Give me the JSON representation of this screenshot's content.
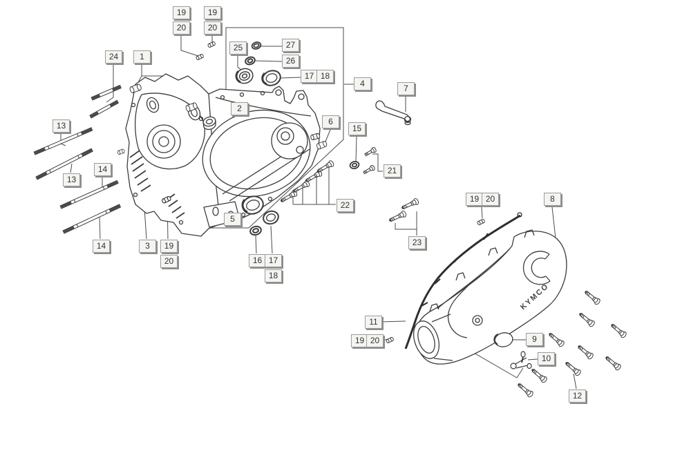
{
  "diagram": {
    "type": "exploded-parts-diagram",
    "subject": "scooter-crankcase-and-transmission-cover",
    "brand_text": "KYMCO",
    "callout_numbers": [
      "1",
      "2",
      "3",
      "4",
      "5",
      "6",
      "7",
      "8",
      "9",
      "10",
      "11",
      "12",
      "13",
      "14",
      "15",
      "16",
      "17",
      "18",
      "19",
      "20",
      "21",
      "22",
      "23",
      "24",
      "25",
      "26",
      "27"
    ],
    "callouts": {
      "k19_1": "19",
      "k20_1": "20",
      "k19_2": "19",
      "k20_2": "20",
      "k24": "24",
      "k1": "1",
      "k25": "25",
      "k27": "27",
      "k26": "26",
      "k17_1": "17",
      "k18_1": "18",
      "k4": "4",
      "k7": "7",
      "k2": "2",
      "k6": "6",
      "k15": "15",
      "k13_1": "13",
      "k13_2": "13",
      "k14_1": "14",
      "k14_2": "14",
      "k21": "21",
      "k22": "22",
      "k23": "23",
      "k5": "5",
      "k3": "3",
      "k19_3": "19",
      "k20_3": "20",
      "k16": "16",
      "k17_2": "17",
      "k18_2": "18",
      "k19_4": "19",
      "k20_4": "20",
      "k8": "8",
      "k11": "11",
      "k19_5": "19",
      "k20_5": "20",
      "k9": "9",
      "k10": "10",
      "k12": "12"
    },
    "colors": {
      "background": "#ffffff",
      "line": "#3b3b3b",
      "label_bg": "#f4f4f1",
      "label_border": "#9b9b9b",
      "label_shadow": "#8c8c8c",
      "label_text": "#333333"
    }
  }
}
